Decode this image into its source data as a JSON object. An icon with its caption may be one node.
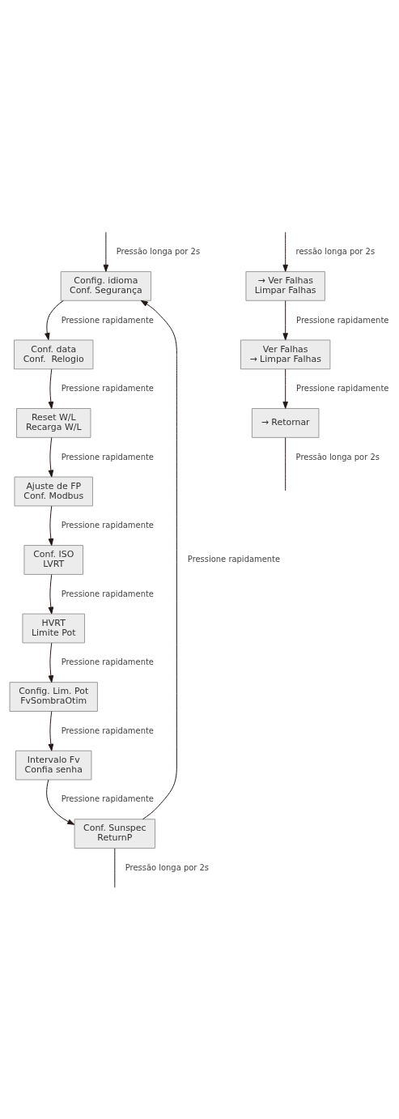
{
  "diagram": {
    "nodes": [
      {
        "text": [
          "Config. idioma",
          "Conf. Segurança"
        ]
      },
      {
        "text": [
          "Conf. data",
          "Conf.  Relogio"
        ]
      },
      {
        "text": [
          "Reset W/L",
          "Recarga W/L"
        ]
      },
      {
        "text": [
          "Ajuste de FP",
          "Conf. Modbus"
        ]
      },
      {
        "text": [
          "Conf. ISO",
          "LVRT"
        ]
      },
      {
        "text": [
          "HVRT",
          "Limite Pot"
        ]
      },
      {
        "text": [
          "Config. Lim. Pot",
          "FvSombraOtim"
        ]
      },
      {
        "text": [
          "Intervalo Fv",
          "Confia senha"
        ]
      },
      {
        "text": [
          "Conf. Sunspec",
          "ReturnP"
        ]
      },
      {
        "text": [
          "→ Ver Falhas",
          "Limpar Falhas"
        ]
      },
      {
        "text": [
          "Ver Falhas",
          "→ Limpar Falhas"
        ]
      },
      {
        "text": [
          "→ Retornar"
        ]
      }
    ],
    "edges": [
      {
        "from": null,
        "to": 0,
        "label": "Pressão longa por 2s",
        "arrow": "to"
      },
      {
        "from": 0,
        "to": 1,
        "label": "Pressione rapidamente",
        "arrow": "to"
      },
      {
        "from": 1,
        "to": 2,
        "label": "Pressione rapidamente",
        "arrow": "to"
      },
      {
        "from": 2,
        "to": 3,
        "label": "Pressione rapidamente",
        "arrow": "to"
      },
      {
        "from": 3,
        "to": 4,
        "label": "Pressione rapidamente",
        "arrow": "to"
      },
      {
        "from": 4,
        "to": 5,
        "label": "Pressione rapidamente",
        "arrow": "to"
      },
      {
        "from": 5,
        "to": 6,
        "label": "Pressione rapidamente",
        "arrow": "to"
      },
      {
        "from": 6,
        "to": 7,
        "label": "Pressione rapidamente",
        "arrow": "to"
      },
      {
        "from": 7,
        "to": 8,
        "label": "Pressione rapidamente",
        "arrow": "to"
      },
      {
        "from": 8,
        "to": 0,
        "label": "Pressione rapidamente",
        "arrow": "to"
      },
      {
        "from": 8,
        "to": null,
        "label": "Pressão longa por 2s",
        "arrow": "none"
      },
      {
        "from": null,
        "to": 9,
        "label": "ressão longa por 2s",
        "arrow": "to"
      },
      {
        "from": 9,
        "to": 10,
        "label": "Pressione rapidamente",
        "arrow": "to"
      },
      {
        "from": 10,
        "to": 11,
        "label": "Pressione rapidamente",
        "arrow": "to"
      },
      {
        "from": 11,
        "to": null,
        "label": "Pressão longa por 2s",
        "arrow": "none"
      }
    ]
  }
}
